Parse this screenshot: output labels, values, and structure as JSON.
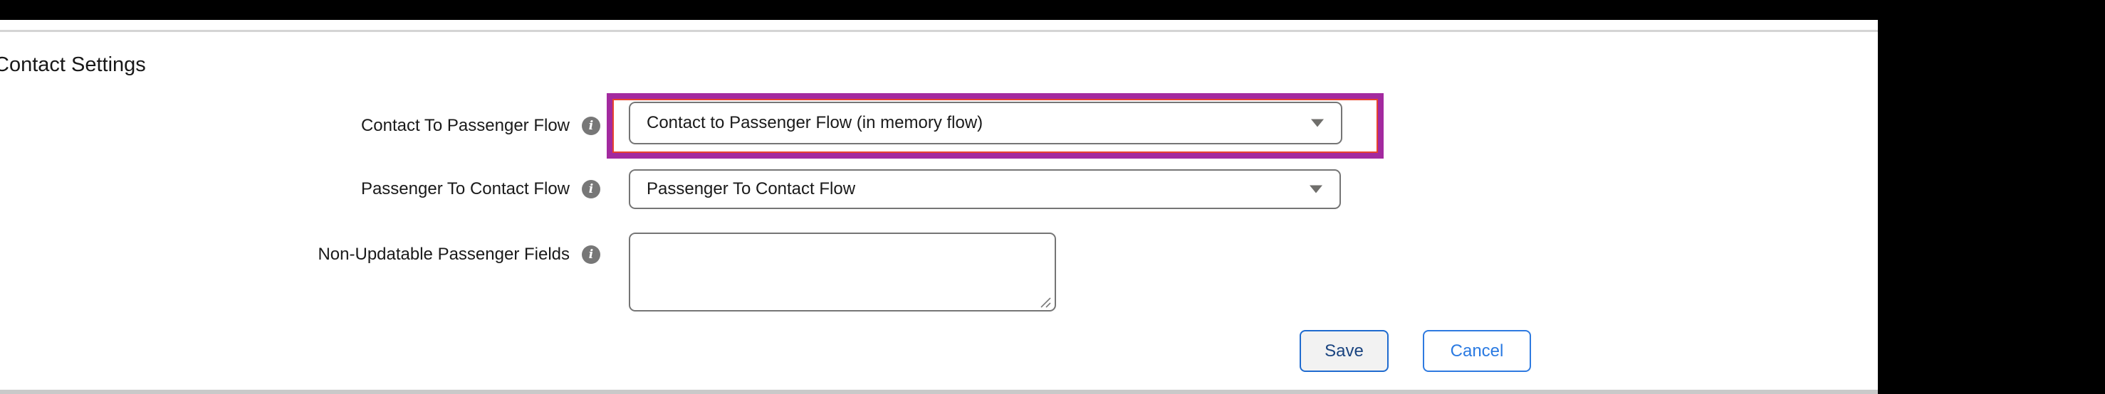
{
  "page": {
    "title": "Contact Settings"
  },
  "form": {
    "fields": [
      {
        "label": "Contact To Passenger Flow",
        "value": "Contact to Passenger Flow (in memory flow)",
        "control": "select",
        "highlighted": true
      },
      {
        "label": "Passenger To Contact Flow",
        "value": "Passenger To Contact Flow",
        "control": "select",
        "highlighted": false
      },
      {
        "label": "Non-Updatable Passenger Fields",
        "value": "",
        "control": "textarea",
        "highlighted": false
      }
    ],
    "info_icon_glyph": "i",
    "buttons": {
      "save": "Save",
      "cancel": "Cancel"
    }
  },
  "icons": {
    "info": "info-icon",
    "dropdown_arrow": "chevron-down-icon",
    "resize": "resize-handle-icon"
  },
  "colors": {
    "highlight_purple": "#a32a9f",
    "highlight_red": "#e8432d",
    "field_border_gray": "#757575",
    "save_border_blue": "#1f6bcf",
    "save_text_navy": "#1a4480",
    "cancel_blue": "#2e7ae0",
    "top_bar_black": "#000000"
  }
}
